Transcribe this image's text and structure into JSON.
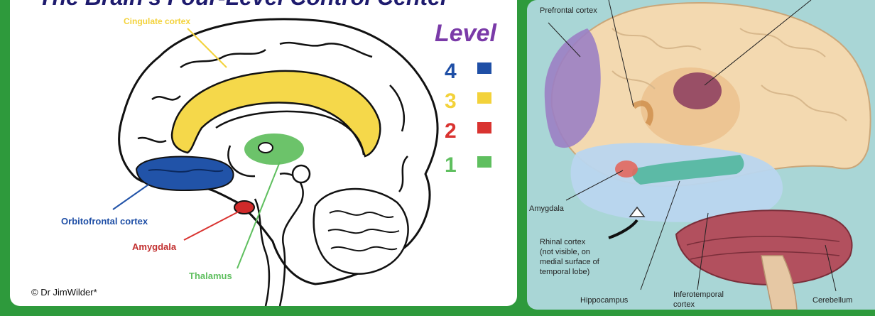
{
  "title": "The Brain's Four-Level Control Center",
  "legend": {
    "title": "Level",
    "items": [
      {
        "level": "4",
        "color": "#1f4fa6"
      },
      {
        "level": "3",
        "color": "#f3d23a"
      },
      {
        "level": "2",
        "color": "#d93330"
      },
      {
        "level": "1",
        "color": "#5fbf5f"
      }
    ]
  },
  "left_labels": {
    "cingulate": "Cingulate cortex",
    "orbitofrontal": "Orbitofrontal cortex",
    "amygdala": "Amygdala",
    "thalamus": "Thalamus"
  },
  "credit": "© Dr JimWilder*",
  "right_labels": {
    "prefrontal": "Prefrontal cortex",
    "amygdala": "Amygdala",
    "rhinal": [
      "Rhinal cortex",
      "(not visible, on",
      "medial surface of",
      "temporal lobe)"
    ],
    "hippocampus": "Hippocampus",
    "inferotemporal": [
      "Inferotemporal",
      "cortex"
    ],
    "cerebellum": "Cerebellum"
  },
  "colors": {
    "frame": "#2e9a3c",
    "title": "#1e1b6e",
    "legend_title": "#7a3aa8"
  }
}
